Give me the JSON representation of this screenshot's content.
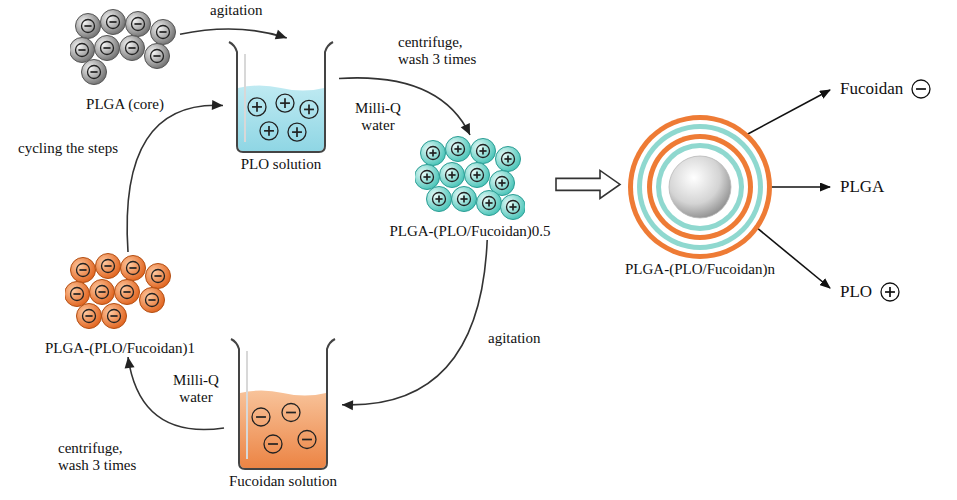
{
  "diagram": {
    "nodes": [
      {
        "text": [
          "PLGA (core)"
        ]
      },
      {
        "text": [
          "PLO solution"
        ]
      },
      {
        "text": [
          "PLGA-(PLO/Fucoidan)0.5"
        ]
      },
      {
        "text": [
          "Fucoidan solution"
        ]
      },
      {
        "text": [
          "PLGA-(PLO/Fucoidan)1"
        ]
      },
      {
        "text": [
          "PLGA-(PLO/Fucoidan)n"
        ]
      }
    ],
    "edges": [
      {
        "from": 0,
        "to": 1,
        "arrow": "to",
        "label": "agitation"
      },
      {
        "from": 1,
        "to": 2,
        "arrow": "to",
        "label": "centrifuge, wash 3 times"
      },
      {
        "from": 2,
        "to": 3,
        "arrow": "to",
        "label": "agitation"
      },
      {
        "from": 3,
        "to": 4,
        "arrow": "to",
        "label": "centrifuge, wash 3 times"
      },
      {
        "from": 4,
        "to": 1,
        "arrow": "to",
        "label": "cycling the steps"
      },
      {
        "from": 2,
        "to": 5,
        "arrow": "to"
      }
    ],
    "labels": [
      "Milli-Q water",
      "Milli-Q water",
      "Fucoidan",
      "PLGA",
      "PLO"
    ]
  }
}
